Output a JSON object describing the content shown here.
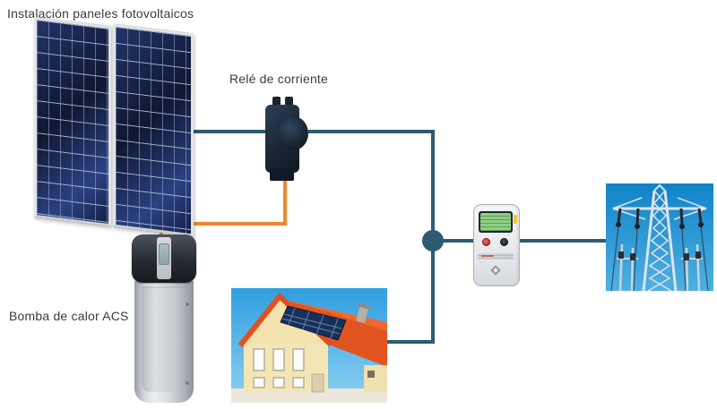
{
  "title": "Instalación paneles fotovoltaicos",
  "labels": {
    "relay": "Relé de corriente",
    "heat_pump": "Bomba de calor ACS"
  },
  "colors": {
    "wire_teal": "#2d5b72",
    "wire_orange": "#f1862f",
    "panel_blue": "#141f47",
    "relay_body": "#1a2635",
    "pump_cap": "#262b32",
    "pump_body": "#d2d5d9",
    "meter_lcd_green": "#8ecf84",
    "meter_button_red": "#b21f1f",
    "roof_orange": "#e2541f",
    "sky_blue": "#2f9fe0",
    "text": "#3b3b3b"
  },
  "components": [
    {
      "name": "solar-panel-array",
      "label": "Instalación paneles fotovoltaicos"
    },
    {
      "name": "current-relay",
      "label": "Relé de corriente"
    },
    {
      "name": "heat-pump",
      "label": "Bomba de calor ACS"
    },
    {
      "name": "house-with-solar-roof"
    },
    {
      "name": "energy-meter"
    },
    {
      "name": "power-transmission-tower"
    },
    {
      "name": "junction-node"
    }
  ]
}
